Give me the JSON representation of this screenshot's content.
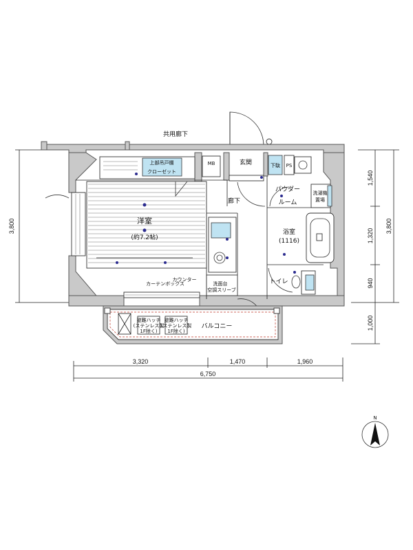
{
  "labels": {
    "corridor": "共用廊下",
    "entrance": "玄関",
    "shoebox": "下駄",
    "ps": "PS",
    "mb": "MB",
    "closet_top": "上部吊戸棚",
    "closet": "クローゼット",
    "hallway": "廊下",
    "powder": "パウダー",
    "room": "ルーム",
    "washer": "洗濯機",
    "washer2": "置場",
    "western_room": "洋室",
    "western_room_size": "(約7.2帖)",
    "bath": "浴室",
    "bath_size": "(1116)",
    "toilet": "トイレ",
    "counter": "カウンター",
    "curtain": "カーテンボックス",
    "sink": "洗面台",
    "balcony": "バルコニー",
    "hatch1": "避難ハッチ",
    "hatch1b": "(ステンレス製",
    "hatch1c": "1F除く)",
    "hatch2": "避難ハッチ",
    "hatch2b": "(ステンレス製",
    "hatch2c": "1F除く)",
    "ac_sleeve": "空調スリーブ",
    "north": "N"
  },
  "dimensions": {
    "left_height": "3,800",
    "right_top": "1,540",
    "right_mid": "1,320",
    "right_bot": "940",
    "right_total": "3,800",
    "balcony_depth": "1,000",
    "bottom_a": "3,320",
    "bottom_b": "1,470",
    "bottom_c": "1,960",
    "bottom_total": "6,750"
  },
  "colors": {
    "wall": "#c9c9c9",
    "fixture_blue": "#bfe3f2",
    "symbol": "#2b2b8f",
    "line": "#222222"
  }
}
